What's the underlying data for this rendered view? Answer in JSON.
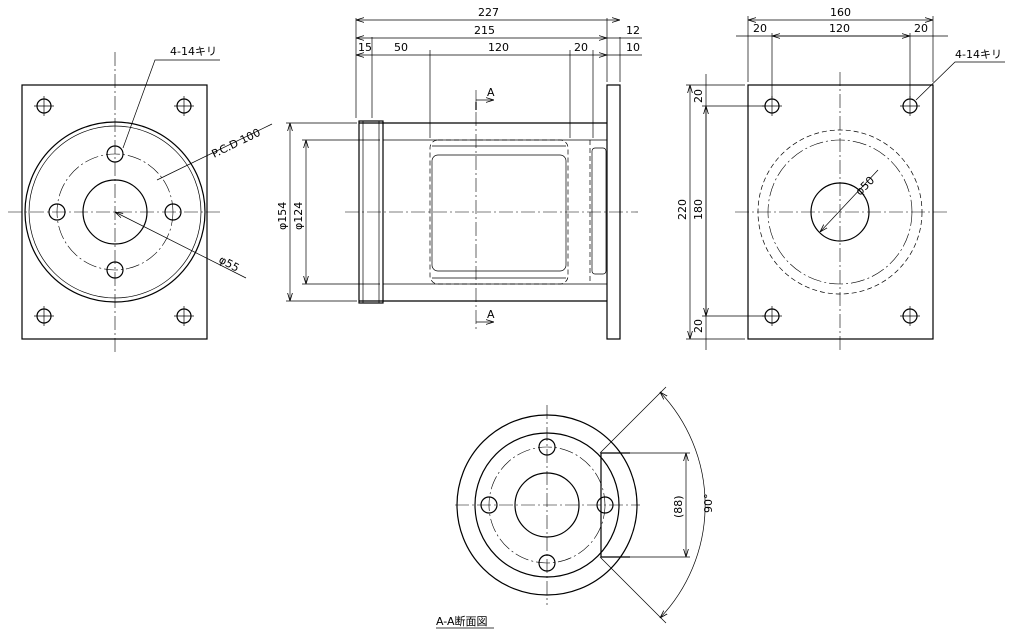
{
  "front_view": {
    "hole_note": "4-14キリ",
    "pcd_label": "P.C.D 100",
    "bore_label": "φ55"
  },
  "side_view": {
    "overall_length": "227",
    "body_length": "215",
    "flange_gap": "12",
    "flange_thickness": "10",
    "seg_15": "15",
    "seg_50": "50",
    "seg_120": "120",
    "seg_20": "20",
    "outer_dia": "φ154",
    "inner_dia": "φ124",
    "section_mark_top": "A",
    "section_mark_bottom": "A"
  },
  "flange_view": {
    "width_total": "160",
    "width_left": "20",
    "width_mid": "120",
    "width_right": "20",
    "hole_note": "4-14キリ",
    "height_total": "220",
    "height_inner": "180",
    "height_top": "20",
    "height_bottom": "20",
    "bore_label": "φ50"
  },
  "section_view": {
    "title": "A-A断面図",
    "span_label": "(88)",
    "angle_label": "90°"
  }
}
